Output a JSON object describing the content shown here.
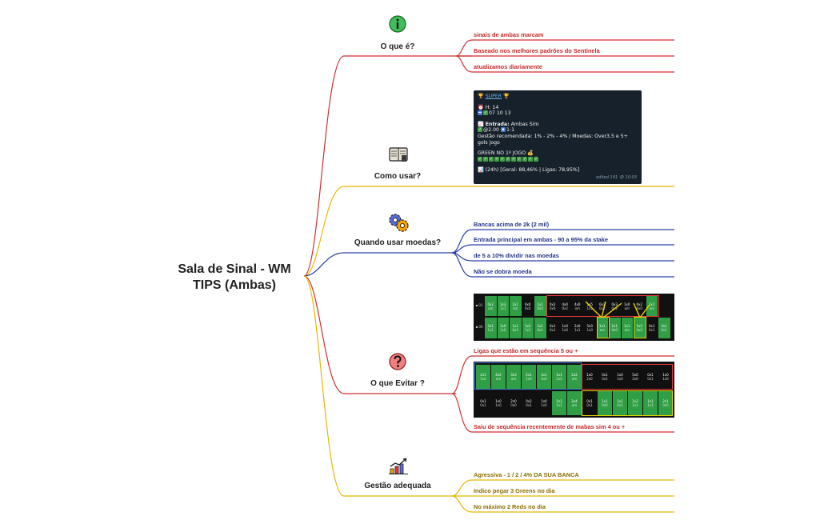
{
  "root": {
    "title_line1": "Sala de Sinal - WM",
    "title_line2": "TIPS (Ambas)"
  },
  "branches": [
    {
      "id": "o-que-e",
      "title": "O que é?",
      "color": "#d32f2f",
      "icon": "info-icon",
      "leaves": [
        "sinais de ambas marcam",
        "Baseado nos melhores padrões do Sentinela",
        "atualizamos diariamente"
      ]
    },
    {
      "id": "como-usar",
      "title": "Como usar?",
      "color": "#f4b400",
      "icon": "book-icon",
      "leaves": []
    },
    {
      "id": "quando-usar-moedas",
      "title": "Quando usar moedas?",
      "color": "#2a3fa8",
      "icon": "gears-icon",
      "leaves": [
        "Bancas acima de 2k (2 mil)",
        "Entrada principal em ambas - 90 a 95% da stake",
        "de 5 a 10% dividir nas moedas",
        "Não se dobra moeda"
      ]
    },
    {
      "id": "o-que-evitar",
      "title": "O que Evitar ?",
      "color": "#d32f2f",
      "icon": "question-icon",
      "leaves": [
        "Ligas que estão em sequência 5 ou +",
        "Saiu de sequência recentemente de mabas sim 4 ou +"
      ]
    },
    {
      "id": "gestao-adequada",
      "title": "Gestão adequada",
      "color": "#e6b800",
      "icon": "growth-chart-icon",
      "leaves": [
        "Agressiva - 1 / 2 / 4% DA SUA BANCA",
        "Indico pegar 3 Greens no dia",
        "No máximo 2 Reds no dia"
      ]
    }
  ],
  "telegram_card": {
    "header": "SUPER",
    "hour": "H: 14",
    "times": "07 10 13",
    "entry_label": "Entrada:",
    "entry_value": "Ambas Sim",
    "odds": "@2.00",
    "score": "1-1",
    "management": "Gestão recomendada: 1% - 2% - 4% / Moedas: Over3,5 e 5+ gols jogo",
    "green": "GREEN NO 1º JOGO",
    "stats": "(24h) [Geral: 88,46% | Ligas: 78,95%]",
    "footer": "edited 191 👁 10:03"
  },
  "grid1": {
    "row_labels": [
      "01",
      "00"
    ],
    "top": [
      "0x2",
      "1x3",
      "2x1",
      "0x0",
      "1x1",
      "0x2",
      "4x0",
      "4x0",
      "1x5",
      "0x2",
      "0x3",
      "1x0",
      "0x2",
      "1x1"
    ],
    "top_sub": [
      "om",
      "1x1",
      "om",
      "0x0",
      "0x0",
      "0x0",
      "0x2",
      "om",
      "1x1",
      "0x2",
      "0x2",
      "om",
      "0x0",
      "om"
    ],
    "bottom": [
      "2x1",
      "1x0",
      "1x1",
      "1x2",
      "1x1",
      "0x1",
      "1x0",
      "2x0",
      "5x0",
      "1x1",
      "2x1",
      "1x1",
      "1x2",
      "0x1",
      "3x1"
    ],
    "bottom_sub": [
      "1x1",
      "1x0",
      "0x2",
      "1x1",
      "0x1",
      "0x1",
      "1x0",
      "1x1",
      "1x0",
      "om",
      "0x0",
      "om",
      "0x0",
      "0x1",
      "0x1"
    ]
  },
  "grid2": {
    "row1": [
      "2x1",
      "4x2",
      "3x3",
      "2x1",
      "1x1",
      "1x1",
      "2x2",
      "1x0",
      "0x1",
      "1x0",
      "5x0",
      "0x1",
      "1x0"
    ],
    "row1_sub": [
      "1x0",
      "om",
      "om",
      "1x0",
      "1x0",
      "1x2",
      "om",
      "2x0",
      "0x1",
      "1x0",
      "2x0",
      "0x1",
      "1x0"
    ],
    "row2": [
      "0x1",
      "1x0",
      "2x0",
      "0x2",
      "1x0",
      "2x1",
      "2x4",
      "0x1",
      "1x1",
      "1x1",
      "1x2",
      "1x1",
      "2x1"
    ],
    "row2_sub": [
      "0x1",
      "1x0",
      "0x0",
      "0x1",
      "1x0",
      "1x1",
      "om",
      "0x1",
      "0x0",
      "0x1",
      "1x1",
      "1x1",
      "0x0"
    ]
  }
}
